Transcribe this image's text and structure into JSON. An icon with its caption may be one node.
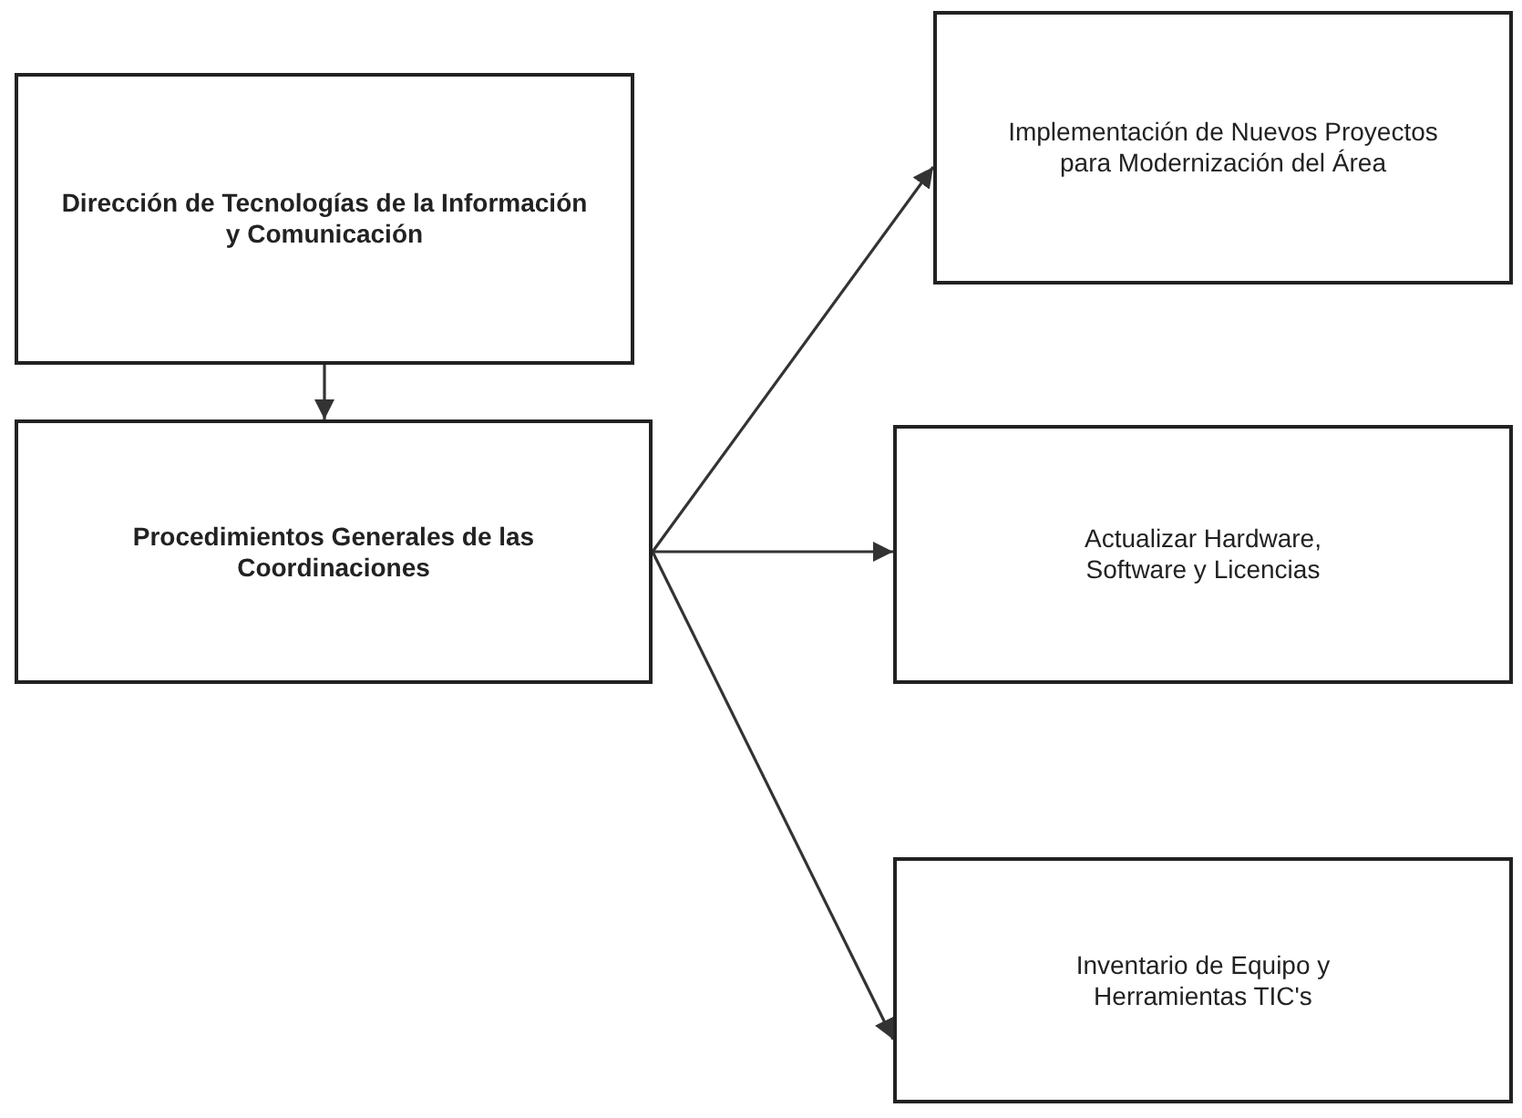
{
  "diagram": {
    "nodes": [
      {
        "text": [
          "Dirección de Tecnologías de la Información y Comunicación"
        ]
      },
      {
        "text": [
          "Procedimientos Generales de las Coordinaciones"
        ]
      },
      {
        "text": [
          "Implementación de Nuevos Proyectos para Modernización del Área"
        ]
      },
      {
        "text": [
          "Actualizar Hardware, Software y Licencias"
        ]
      },
      {
        "text": [
          "Inventario de Equipo y Herramientas TIC's"
        ]
      }
    ],
    "edges": [
      {
        "from": 0,
        "to": 1,
        "arrow": "to"
      },
      {
        "from": 1,
        "to": 2,
        "arrow": "to"
      },
      {
        "from": 1,
        "to": 3,
        "arrow": "to"
      },
      {
        "from": 1,
        "to": 4,
        "arrow": "to"
      }
    ]
  }
}
